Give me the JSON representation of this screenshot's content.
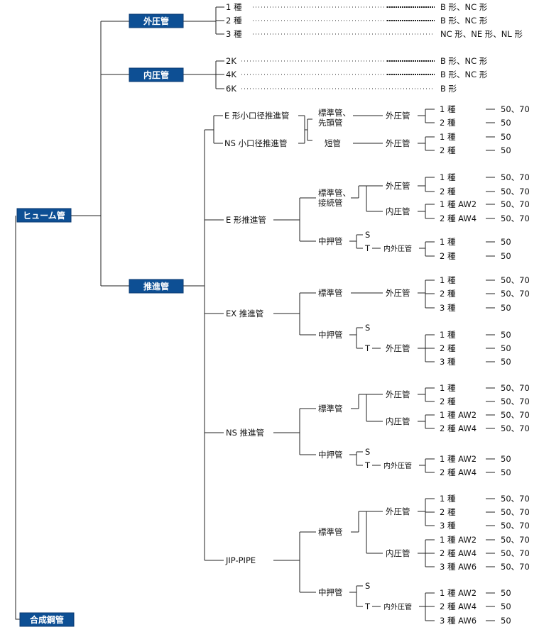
{
  "colors": {
    "box_fill": "#0d4f94",
    "box_text": "#ffffff",
    "line": "#222222",
    "text": "#111111"
  },
  "root": {
    "label": "ヒューム管"
  },
  "steel": {
    "label": "合成鋼管"
  },
  "outer": {
    "label": "外圧管",
    "rows": [
      {
        "name": "1 種",
        "types": "B 形、NC 形"
      },
      {
        "name": "2 種",
        "types": "B 形、NC 形"
      },
      {
        "name": "3 種",
        "types": "NC 形、NE 形、NL 形"
      }
    ]
  },
  "inner": {
    "label": "内圧管",
    "rows": [
      {
        "name": "2K",
        "types": "B 形、NC 形"
      },
      {
        "name": "4K",
        "types": "B 形、NC 形"
      },
      {
        "name": "6K",
        "types": "B 形"
      }
    ]
  },
  "jacking": {
    "label": "推進管",
    "small": {
      "e_small": "E 形小口径推進管",
      "ns_small": "NS 小口径推進管",
      "std_line1": "標準管、",
      "std_line2": "先頭管",
      "short": "短管",
      "outer": "外圧管",
      "grades_std": [
        {
          "name": "1 種",
          "val": "50、70"
        },
        {
          "name": "2 種",
          "val": "50"
        }
      ],
      "grades_short": [
        {
          "name": "1 種",
          "val": "50"
        },
        {
          "name": "2 種",
          "val": "50"
        }
      ]
    },
    "e": {
      "label": "E 形推進管",
      "std_line1": "標準管、",
      "std_line2": "接続管",
      "outer": "外圧管",
      "inner": "内圧管",
      "outer_grades": [
        {
          "name": "1 種",
          "val": "50、70"
        },
        {
          "name": "2 種",
          "val": "50、70"
        }
      ],
      "inner_grades": [
        {
          "name": "1 種 AW2",
          "val": "50、70"
        },
        {
          "name": "2 種 AW4",
          "val": "50、70"
        }
      ],
      "mid": "中押管",
      "s": "S",
      "t": "T",
      "t_type": "内外圧管",
      "t_grades": [
        {
          "name": "1 種",
          "val": "50"
        },
        {
          "name": "2 種",
          "val": "50"
        }
      ]
    },
    "ex": {
      "label": "EX 推進管",
      "std": "標準管",
      "outer": "外圧管",
      "std_grades": [
        {
          "name": "1 種",
          "val": "50、70"
        },
        {
          "name": "2 種",
          "val": "50、70"
        },
        {
          "name": "3 種",
          "val": "50"
        }
      ],
      "mid": "中押管",
      "s": "S",
      "t": "T",
      "t_type": "外圧管",
      "t_grades": [
        {
          "name": "1 種",
          "val": "50"
        },
        {
          "name": "2 種",
          "val": "50"
        },
        {
          "name": "3 種",
          "val": "50"
        }
      ]
    },
    "ns": {
      "label": "NS 推進管",
      "std": "標準管",
      "outer": "外圧管",
      "inner": "内圧管",
      "outer_grades": [
        {
          "name": "1 種",
          "val": "50、70"
        },
        {
          "name": "2 種",
          "val": "50、70"
        }
      ],
      "inner_grades": [
        {
          "name": "1 種 AW2",
          "val": "50、70"
        },
        {
          "name": "2 種 AW4",
          "val": "50、70"
        }
      ],
      "mid": "中押管",
      "s": "S",
      "t": "T",
      "t_type": "内外圧管",
      "t_grades": [
        {
          "name": "1 種 AW2",
          "val": "50"
        },
        {
          "name": "2 種 AW4",
          "val": "50"
        }
      ]
    },
    "jip": {
      "label": "JIP-PIPE",
      "std": "標準管",
      "outer": "外圧管",
      "inner": "内圧管",
      "outer_grades": [
        {
          "name": "1 種",
          "val": "50、70"
        },
        {
          "name": "2 種",
          "val": "50、70"
        },
        {
          "name": "3 種",
          "val": "50、70"
        }
      ],
      "inner_grades": [
        {
          "name": "1 種 AW2",
          "val": "50、70"
        },
        {
          "name": "2 種 AW4",
          "val": "50、70"
        },
        {
          "name": "3 種 AW6",
          "val": "50、70"
        }
      ],
      "mid": "中押管",
      "s": "S",
      "t": "T",
      "t_type": "内外圧管",
      "t_grades": [
        {
          "name": "1 種 AW2",
          "val": "50"
        },
        {
          "name": "2 種 AW4",
          "val": "50"
        },
        {
          "name": "3 種 AW6",
          "val": "50"
        }
      ]
    }
  }
}
